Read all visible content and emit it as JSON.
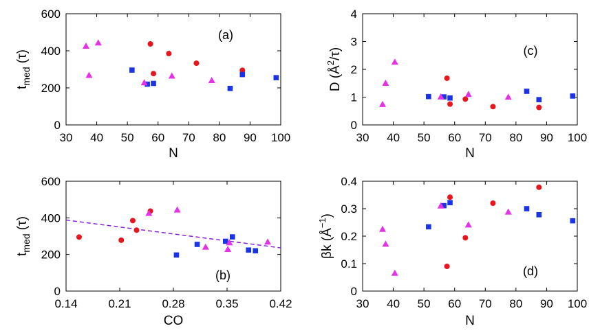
{
  "colors": {
    "red": "#e8141e",
    "blue": "#1a33e6",
    "magenta": "#e632e6",
    "fit": "#8a1fd6"
  },
  "chart_data": [
    {
      "tag": "(a)",
      "type": "scatter",
      "xlabel": "N",
      "ylabel": "t_med (τ)",
      "xlim": [
        30,
        100
      ],
      "ylim": [
        0,
        600
      ],
      "xticks": [
        30,
        40,
        50,
        60,
        70,
        80,
        90,
        100
      ],
      "yticks": [
        0,
        200,
        400,
        600
      ],
      "series": [
        {
          "marker": "circle",
          "color": "red",
          "points": [
            [
              57.5,
              437
            ],
            [
              58.5,
              277
            ],
            [
              63.5,
              385
            ],
            [
              72.5,
              333
            ],
            [
              87.5,
              295
            ]
          ]
        },
        {
          "marker": "square",
          "color": "blue",
          "points": [
            [
              51.5,
              296
            ],
            [
              56.5,
              220
            ],
            [
              58.5,
              224
            ],
            [
              83.5,
              197
            ],
            [
              87.5,
              272
            ],
            [
              98.5,
              255
            ]
          ]
        },
        {
          "marker": "triangle",
          "color": "magenta",
          "points": [
            [
              36.5,
              425
            ],
            [
              37.5,
              268
            ],
            [
              40.5,
              443
            ],
            [
              55.5,
              228
            ],
            [
              64.5,
              264
            ],
            [
              77.5,
              240
            ]
          ]
        }
      ]
    },
    {
      "tag": "(c)",
      "type": "scatter",
      "xlabel": "N",
      "ylabel": "D (Å²/τ)",
      "xlim": [
        30,
        100
      ],
      "ylim": [
        0,
        4
      ],
      "xticks": [
        30,
        40,
        50,
        60,
        70,
        80,
        90,
        100
      ],
      "yticks": [
        0,
        1,
        2,
        3,
        4
      ],
      "series": [
        {
          "marker": "circle",
          "color": "red",
          "points": [
            [
              57.5,
              1.68
            ],
            [
              58.5,
              0.75
            ],
            [
              63.5,
              0.93
            ],
            [
              72.5,
              0.66
            ],
            [
              87.5,
              0.63
            ]
          ]
        },
        {
          "marker": "square",
          "color": "blue",
          "points": [
            [
              51.5,
              1.02
            ],
            [
              56.5,
              1.01
            ],
            [
              58.5,
              0.97
            ],
            [
              83.5,
              1.21
            ],
            [
              87.5,
              0.91
            ],
            [
              98.5,
              1.04
            ]
          ]
        },
        {
          "marker": "triangle",
          "color": "magenta",
          "points": [
            [
              36.5,
              0.74
            ],
            [
              37.5,
              1.5
            ],
            [
              40.5,
              2.26
            ],
            [
              55.5,
              1.01
            ],
            [
              64.5,
              1.1
            ],
            [
              77.5,
              1.0
            ]
          ]
        }
      ]
    },
    {
      "tag": "(b)",
      "type": "scatter",
      "xlabel": "CO",
      "ylabel": "t_med (τ)",
      "xlim": [
        0.14,
        0.42
      ],
      "ylim": [
        0,
        600
      ],
      "xticks": [
        "0.14",
        "0.21",
        "0.28",
        "0.35",
        "0.42"
      ],
      "yticks": [
        0,
        200,
        400,
        600
      ],
      "fit_line": {
        "x": [
          0.14,
          0.42
        ],
        "y": [
          388,
          236
        ]
      },
      "series": [
        {
          "marker": "circle",
          "color": "red",
          "points": [
            [
              0.157,
              295
            ],
            [
              0.212,
              278
            ],
            [
              0.227,
              385
            ],
            [
              0.232,
              333
            ],
            [
              0.25,
              437
            ]
          ]
        },
        {
          "marker": "square",
          "color": "blue",
          "points": [
            [
              0.284,
              197
            ],
            [
              0.311,
              255
            ],
            [
              0.348,
              272
            ],
            [
              0.357,
              296
            ],
            [
              0.378,
              224
            ],
            [
              0.387,
              220
            ]
          ]
        },
        {
          "marker": "triangle",
          "color": "magenta",
          "points": [
            [
              0.248,
              425
            ],
            [
              0.285,
              443
            ],
            [
              0.322,
              240
            ],
            [
              0.351,
              228
            ],
            [
              0.353,
              264
            ],
            [
              0.403,
              268
            ]
          ]
        }
      ]
    },
    {
      "tag": "(d)",
      "type": "scatter",
      "xlabel": "N",
      "ylabel": "βk (Å⁻¹)",
      "xlim": [
        30,
        100
      ],
      "ylim": [
        0,
        0.4
      ],
      "xticks": [
        30,
        40,
        50,
        60,
        70,
        80,
        90,
        100
      ],
      "yticks": [
        "0",
        "0.1",
        "0.2",
        "0.3",
        "0.4"
      ],
      "series": [
        {
          "marker": "circle",
          "color": "red",
          "points": [
            [
              57.5,
              0.09
            ],
            [
              58.5,
              0.342
            ],
            [
              63.5,
              0.194
            ],
            [
              72.5,
              0.32
            ],
            [
              87.5,
              0.378
            ]
          ]
        },
        {
          "marker": "square",
          "color": "blue",
          "points": [
            [
              51.5,
              0.234
            ],
            [
              56.5,
              0.311
            ],
            [
              58.5,
              0.322
            ],
            [
              83.5,
              0.3
            ],
            [
              87.5,
              0.278
            ],
            [
              98.5,
              0.256
            ]
          ]
        },
        {
          "marker": "triangle",
          "color": "magenta",
          "points": [
            [
              36.5,
              0.225
            ],
            [
              37.5,
              0.171
            ],
            [
              40.5,
              0.065
            ],
            [
              55.5,
              0.31
            ],
            [
              64.5,
              0.241
            ],
            [
              77.5,
              0.288
            ]
          ]
        }
      ]
    }
  ]
}
